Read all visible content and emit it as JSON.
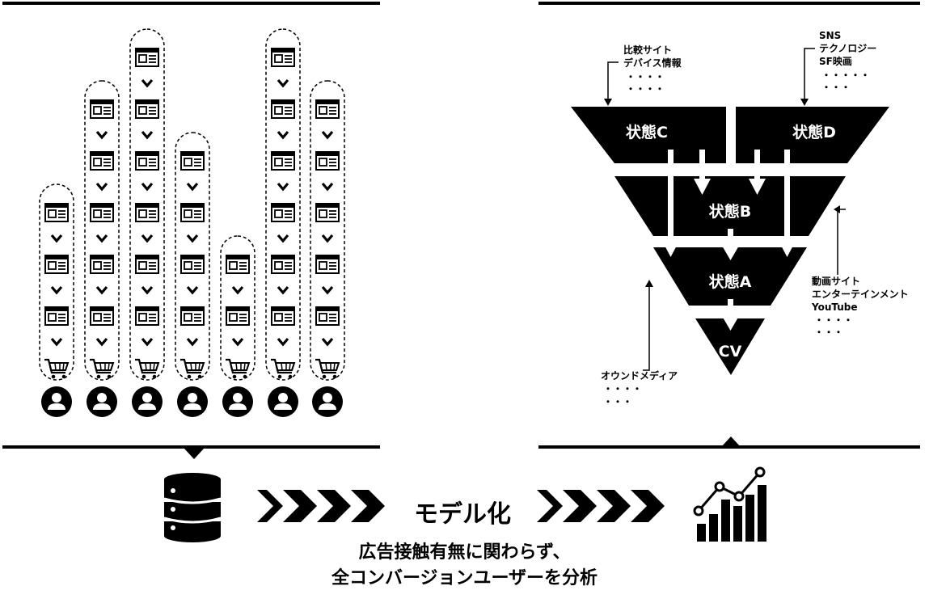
{
  "funnel": {
    "state_c": "状態C",
    "state_d": "状態D",
    "state_b": "状態B",
    "state_a": "状態A",
    "cv": "CV"
  },
  "sources": {
    "top_left": [
      "比較サイト",
      "デバイス情報",
      "・・・・",
      "・・・・"
    ],
    "top_right": [
      "SNS",
      "テクノロジー",
      "SF映画",
      "・・・・・",
      "・・・"
    ],
    "right": [
      "動画サイト",
      "エンターテインメント",
      "YouTube",
      "・・・・",
      "・・・"
    ],
    "bottom_left": [
      "オウンドメディア",
      "・・・・",
      "・・・"
    ]
  },
  "model_label": "モデル化",
  "caption": {
    "line1": "広告接触有無に関わらず、",
    "line2": "全コンバージョンユーザーを分析"
  },
  "journeys": [
    {
      "visits": 3
    },
    {
      "visits": 5
    },
    {
      "visits": 6
    },
    {
      "visits": 4
    },
    {
      "visits": 2
    },
    {
      "visits": 6
    },
    {
      "visits": 5
    }
  ],
  "icons": {
    "visit": "browser-window-icon",
    "step": "chevron-down-icon",
    "conversion": "shopping-cart-icon",
    "user": "user-avatar-icon",
    "database": "database-icon",
    "chart": "growth-chart-icon"
  }
}
